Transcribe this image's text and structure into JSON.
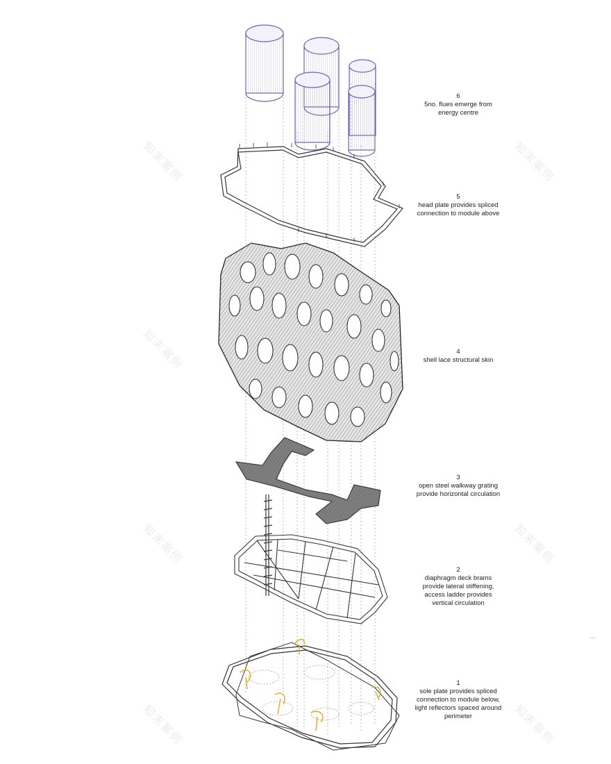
{
  "layers": [
    {
      "id": "flues",
      "number": "6",
      "text": "5no. flues emerge from\nenergy centre"
    },
    {
      "id": "head-plate",
      "number": "5",
      "text": "head plate provides spliced\nconnection to module above"
    },
    {
      "id": "shell",
      "number": "4",
      "text": "shell lace structural skin"
    },
    {
      "id": "walkway",
      "number": "3",
      "text": "open steel walkway grating\nprovide horizontal circulation"
    },
    {
      "id": "deck",
      "number": "2",
      "text": "diaphragm deck brams\nprovide lateral stiffening,\naccess ladder provides\nvertical circulation"
    },
    {
      "id": "sole-plate",
      "number": "1",
      "text": "sole plate provides spliced\nconnection to module below,\nlight reflectors spaced around\nperimeter"
    }
  ],
  "watermark": "知末案例",
  "colors": {
    "flue": "#6a63b3",
    "flueFill": "#e3e1f5",
    "reflector": "#e0a820",
    "line": "#333333",
    "grating": "#7d7d7d"
  }
}
